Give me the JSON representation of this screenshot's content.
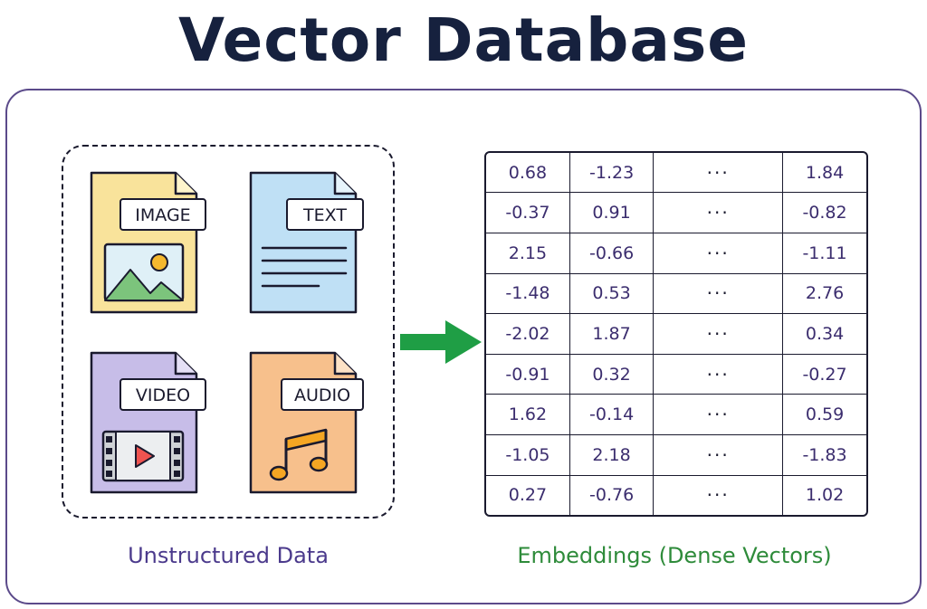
{
  "title": "Vector Database",
  "files": [
    {
      "label": "IMAGE",
      "icon": "image-icon",
      "fill": "#f9e39b"
    },
    {
      "label": "TEXT",
      "icon": "text-lines-icon",
      "fill": "#bfe0f5"
    },
    {
      "label": "VIDEO",
      "icon": "video-play-icon",
      "fill": "#c7bde8"
    },
    {
      "label": "AUDIO",
      "icon": "music-note-icon",
      "fill": "#f7c08c"
    }
  ],
  "left_caption": "Unstructured Data",
  "right_caption": "Embeddings (Dense Vectors)",
  "arrow_color": "#1f9e45",
  "ellipsis": "···",
  "matrix": [
    [
      "0.68",
      "-1.23",
      "1.84"
    ],
    [
      "-0.37",
      "0.91",
      "-0.82"
    ],
    [
      "2.15",
      "-0.66",
      "-1.11"
    ],
    [
      "-1.48",
      "0.53",
      "2.76"
    ],
    [
      "-2.02",
      "1.87",
      "0.34"
    ],
    [
      "-0.91",
      "0.32",
      "-0.27"
    ],
    [
      "1.62",
      "-0.14",
      "0.59"
    ],
    [
      "-1.05",
      "2.18",
      "-1.83"
    ],
    [
      "0.27",
      "-0.76",
      "1.02"
    ]
  ]
}
